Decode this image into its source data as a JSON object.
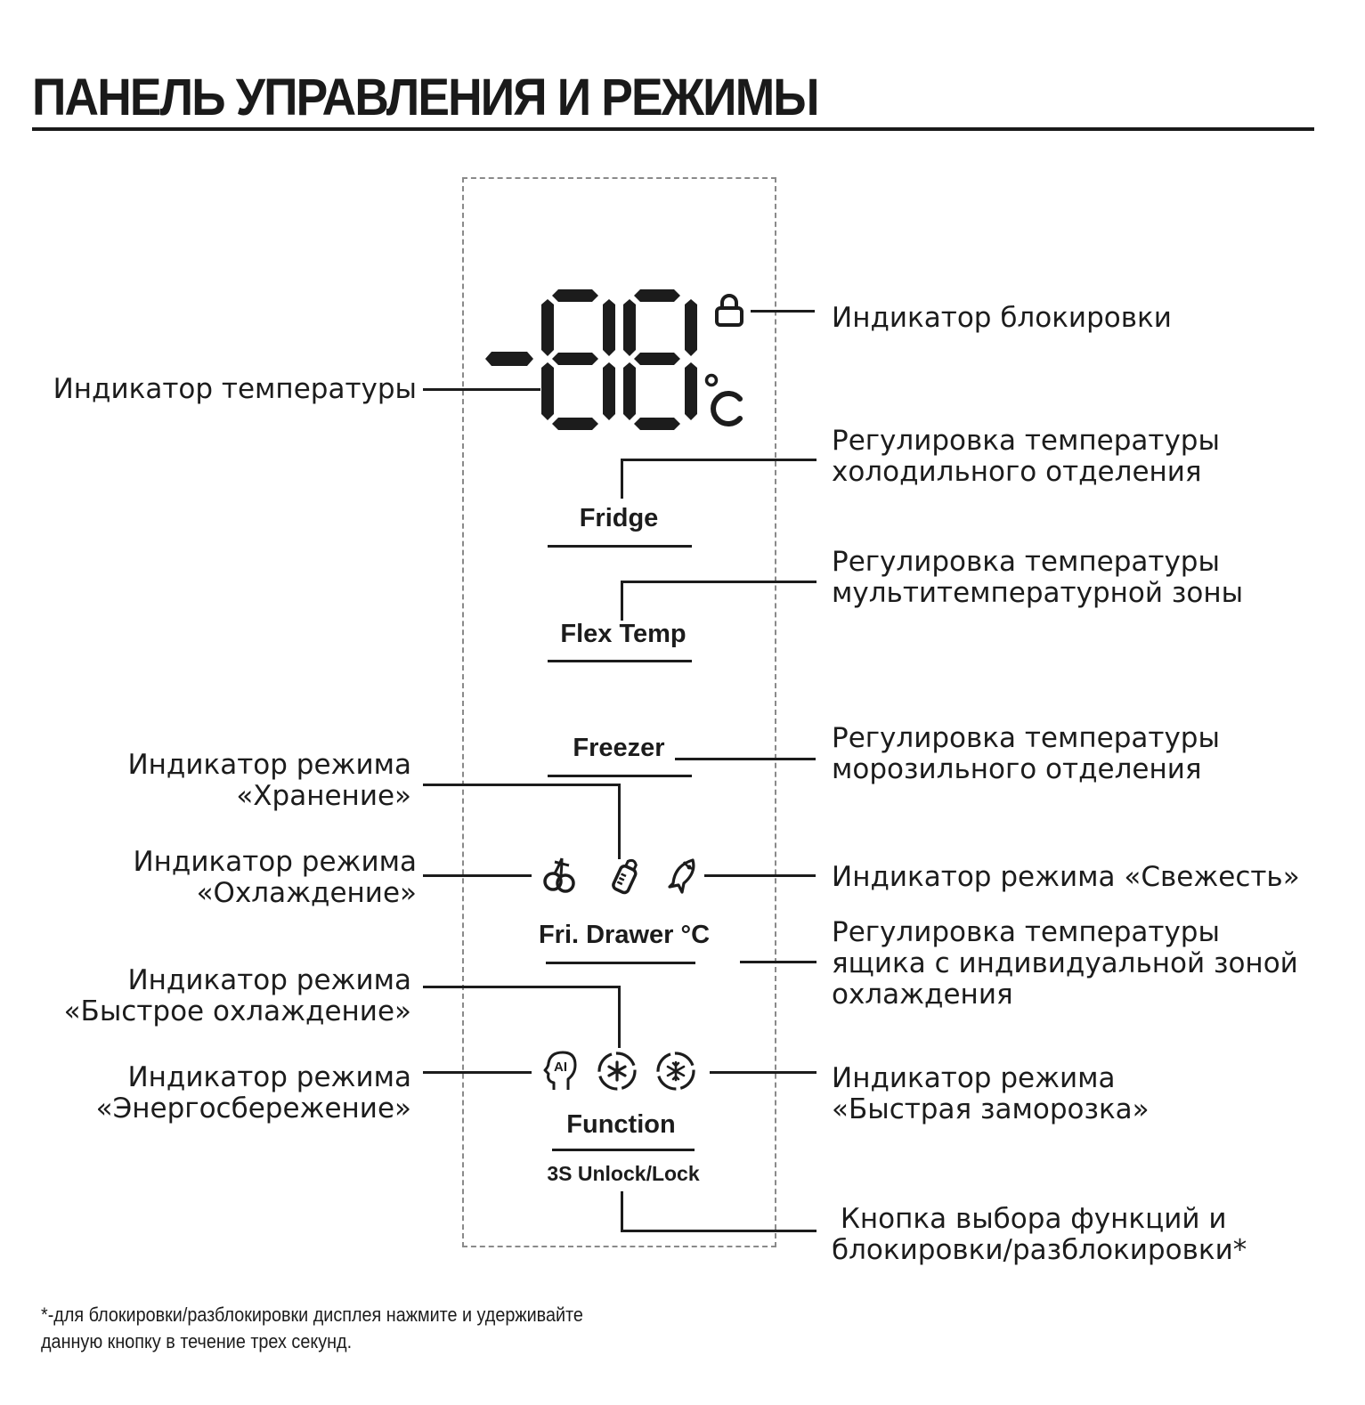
{
  "header": {
    "title": "ПАНЕЛЬ УПРАВЛЕНИЯ И РЕЖИМЫ"
  },
  "display": {
    "digits": "-88",
    "unit": "°C"
  },
  "buttons": {
    "fridge": "Fridge",
    "flex_temp": "Flex Temp",
    "freezer": "Freezer",
    "fri_drawer": "Fri. Drawer °C",
    "function": "Function",
    "unlock_lock": "3S Unlock/Lock"
  },
  "icons": {
    "row1": [
      "cherry-icon",
      "baby-bottle-icon",
      "fish-icon"
    ],
    "row2": [
      "ai-head-icon",
      "asterisk-circle-icon",
      "snowflake-circle-icon"
    ]
  },
  "callouts": {
    "lock_indicator": "Индикатор блокировки",
    "temp_indicator": "Индикатор температуры",
    "fridge_adjust": [
      "Регулировка температуры",
      "холодильного отделения"
    ],
    "flex_adjust": [
      "Регулировка температуры",
      "мультитемпературной зоны"
    ],
    "freezer_adjust": [
      "Регулировка температуры",
      "морозильного отделения"
    ],
    "storage_mode": [
      "Индикатор режима",
      "«Хранение»"
    ],
    "cooling_mode": [
      "Индикатор режима",
      "«Охлаждение»"
    ],
    "fresh_mode": "Индикатор режима «Свежесть»",
    "drawer_adjust": [
      "Регулировка температуры",
      "ящика с индивидуальной зоной",
      "охлаждения"
    ],
    "fast_cool_mode": [
      "Индикатор режима",
      "«Быстрое охлаждение»"
    ],
    "eco_mode": [
      "Индикатор режима",
      "«Энергосбережение»"
    ],
    "fast_freeze_mode": [
      "Индикатор режима",
      "«Быстрая заморозка»"
    ],
    "function_button": [
      " Кнопка выбора функций и",
      "блокировки/разблокировки*"
    ]
  },
  "footnote": {
    "line1": "*-для блокировки/разблокировки дисплея нажмите и удерживайте",
    "line2": "данную кнопку в течение трех секунд."
  },
  "colors": {
    "ink": "#1c1c1c",
    "dash_border": "#8a8a8a",
    "background": "#ffffff"
  }
}
